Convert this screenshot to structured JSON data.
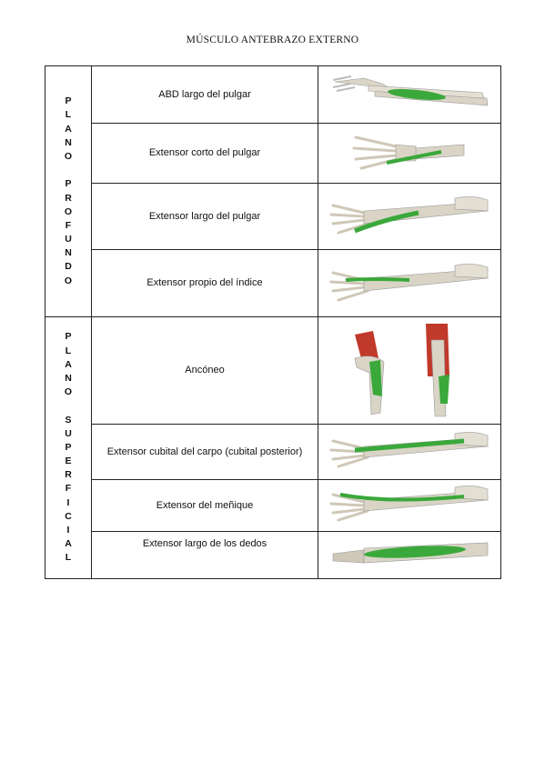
{
  "title": "MÚSCULO ANTEBRAZO EXTERNO",
  "colors": {
    "muscle": "#3aa83a",
    "bone": "#d9d4c6",
    "red_muscle": "#c0392b"
  },
  "groups": [
    {
      "label_lines": [
        "P",
        "L",
        "A",
        "N",
        "O",
        "",
        "P",
        "R",
        "O",
        "F",
        "U",
        "N",
        "D",
        "O"
      ]
    },
    {
      "label_lines": [
        "P",
        "L",
        "A",
        "N",
        "O",
        "",
        "S",
        "U",
        "P",
        "E",
        "R",
        "F",
        "I",
        "C",
        "I",
        "A",
        "L"
      ]
    }
  ],
  "rows": [
    {
      "name": "ABD largo del pulgar",
      "image": "forearm-illustration"
    },
    {
      "name": "Extensor corto del pulgar",
      "image": "hand-illustration"
    },
    {
      "name": "Extensor largo del pulgar",
      "image": "forearm-illustration"
    },
    {
      "name": "Extensor propio del índice",
      "image": "forearm-illustration"
    },
    {
      "name": "Ancóneo",
      "image": "elbow-illustration"
    },
    {
      "name": "Extensor cubital del carpo (cubital posterior)",
      "image": "forearm-illustration"
    },
    {
      "name": "Extensor del meñique",
      "image": "forearm-illustration"
    },
    {
      "name": "Extensor largo de los dedos",
      "image": "forearm-illustration"
    }
  ]
}
